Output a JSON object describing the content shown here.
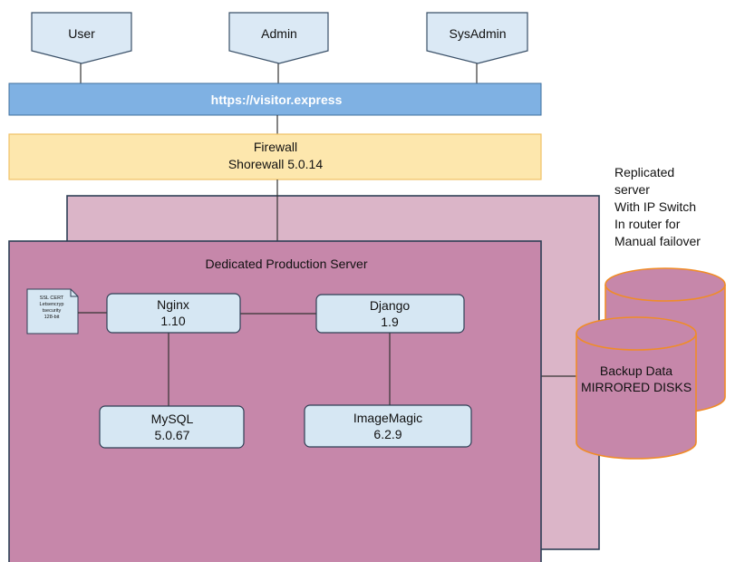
{
  "actors": [
    {
      "label": "User"
    },
    {
      "label": "Admin"
    },
    {
      "label": "SysAdmin"
    }
  ],
  "url_bar": {
    "label": "https://visitor.express"
  },
  "firewall": {
    "line1": "Firewall",
    "line2": "Shorewall 5.0.14"
  },
  "replica_note": {
    "lines": [
      "Replicated",
      "server",
      "With IP Switch",
      "In router for",
      "Manual failover"
    ]
  },
  "production_server": {
    "title": "Dedicated Production Server"
  },
  "ssl_doc": {
    "lines": [
      "SSL CERT",
      "Letsencryp",
      "tsecurity",
      "128-bit"
    ]
  },
  "services": {
    "nginx": {
      "name": "Nginx",
      "version": "1.10"
    },
    "django": {
      "name": "Django",
      "version": "1.9"
    },
    "mysql": {
      "name": "MySQL",
      "version": "5.0.67"
    },
    "imagemagic": {
      "name": "ImageMagic",
      "version": "6.2.9"
    }
  },
  "backup": {
    "line1": "Backup Data",
    "line2": "MIRRORED DISKS"
  },
  "colors": {
    "actor_fill": "#dbe9f5",
    "actor_stroke": "#3a5068",
    "bar_fill": "#7fb1e3",
    "firewall_fill": "#fde7ad",
    "firewall_stroke": "#f0c266",
    "replica_fill": "#dbb5c8",
    "server_fill": "#c687aa",
    "service_fill": "#d6e7f3",
    "disk_stroke": "#f08c28"
  }
}
